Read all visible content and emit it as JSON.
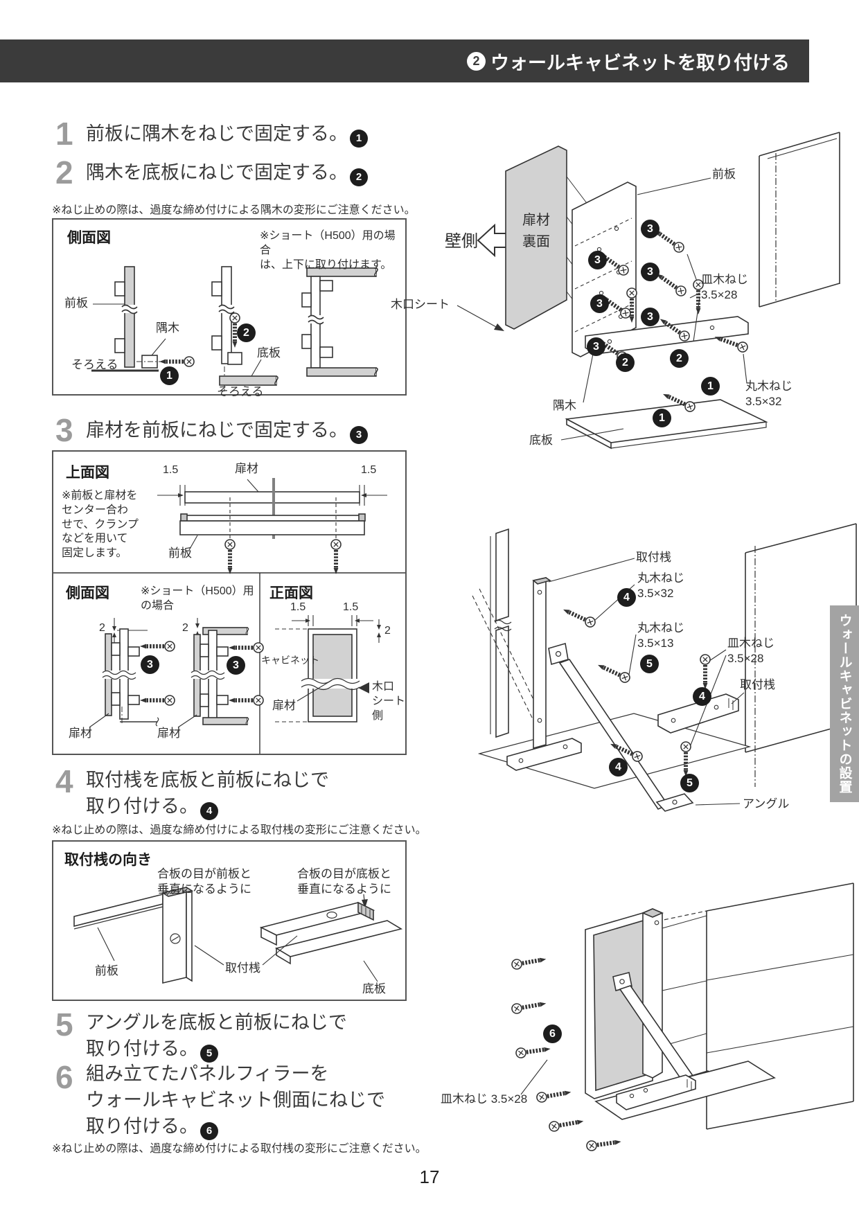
{
  "header": {
    "badge_num": "2",
    "title": "ウォールキャビネットを取り付ける"
  },
  "side_tab": {
    "label": "ウォールキャビネットの設置"
  },
  "footer": {
    "page_number": "17"
  },
  "badges": {
    "b1": "1",
    "b2": "2",
    "b3": "3",
    "b4": "4",
    "b5": "5",
    "b6": "6"
  },
  "steps": {
    "s1": {
      "num": "1",
      "text": "前板に隅木をねじで固定する。"
    },
    "s2": {
      "num": "2",
      "text": "隅木を底板にねじで固定する。"
    },
    "s3": {
      "num": "3",
      "text": "扉材を前板にねじで固定する。"
    },
    "s4": {
      "num": "4",
      "line1": "取付桟を底板と前板にねじで",
      "line2": "取り付ける。"
    },
    "s5": {
      "num": "5",
      "line1": "アングルを底板と前板にねじで",
      "line2": "取り付ける。"
    },
    "s6": {
      "num": "6",
      "line1": "組み立てたパネルフィラーを",
      "line2": "ウォールキャビネット側面にねじで",
      "line3": "取り付ける。"
    }
  },
  "notes": {
    "after_step2": "※ねじ止めの際は、過度な締め付けによる隅木の変形にご注意ください。",
    "after_step4": "※ねじ止めの際は、過度な締め付けによる取付桟の変形にご注意ください。",
    "after_step6": "※ねじ止めの際は、過度な締め付けによる取付桟の変形にご注意ください。"
  },
  "box1": {
    "title": "側面図",
    "note": "※ショート（H500）用の場合\nは、上下に取り付けます。",
    "label_front": "前板",
    "label_corner": "隅木",
    "label_align1": "そろえる",
    "label_bottom": "底板",
    "label_align2": "そろえる"
  },
  "box2": {
    "title": "上面図",
    "note": "※前板と扉材を\nセンター合わ\nせで、クランプ\nなどを用いて\n固定します。",
    "dim_left": "1.5",
    "dim_right": "1.5",
    "label_door": "扉材",
    "label_front": "前板",
    "side": {
      "title": "側面図",
      "note": "※ショート（H500）用\nの場合",
      "dim1": "2",
      "dim2": "2",
      "label_door1": "扉材",
      "label_door2": "扉材"
    },
    "front": {
      "title": "正面図",
      "dim_left": "1.5",
      "dim_right": "1.5",
      "dim_top": "2",
      "label_cabinet": "キャビネット",
      "label_door": "扉材",
      "label_edge": "木口\nシート側"
    }
  },
  "box3": {
    "title": "取付桟の向き",
    "caption1": "合板の目が前板と\n垂直になるように",
    "caption2": "合板の目が底板と\n垂直になるように",
    "label_front": "前板",
    "label_rail": "取付桟",
    "label_bottom": "底板"
  },
  "diagram1": {
    "label_wall": "壁側",
    "label_door_back": "扉材\n裏面",
    "label_front": "前板",
    "label_screw_flat": "皿木ねじ\n3.5×28",
    "label_edge_sheet": "木口シート",
    "label_corner": "隅木",
    "label_screw_round": "丸木ねじ\n3.5×32",
    "label_bottom": "底板"
  },
  "diagram2": {
    "label_rail_top": "取付桟",
    "label_screw_round32": "丸木ねじ\n3.5×32",
    "label_screw_round13": "丸木ねじ\n3.5×13",
    "label_screw_flat": "皿木ねじ\n3.5×28",
    "label_rail_right": "取付桟",
    "label_angle": "アングル"
  },
  "diagram3": {
    "label_screw_flat": "皿木ねじ 3.5×28"
  }
}
